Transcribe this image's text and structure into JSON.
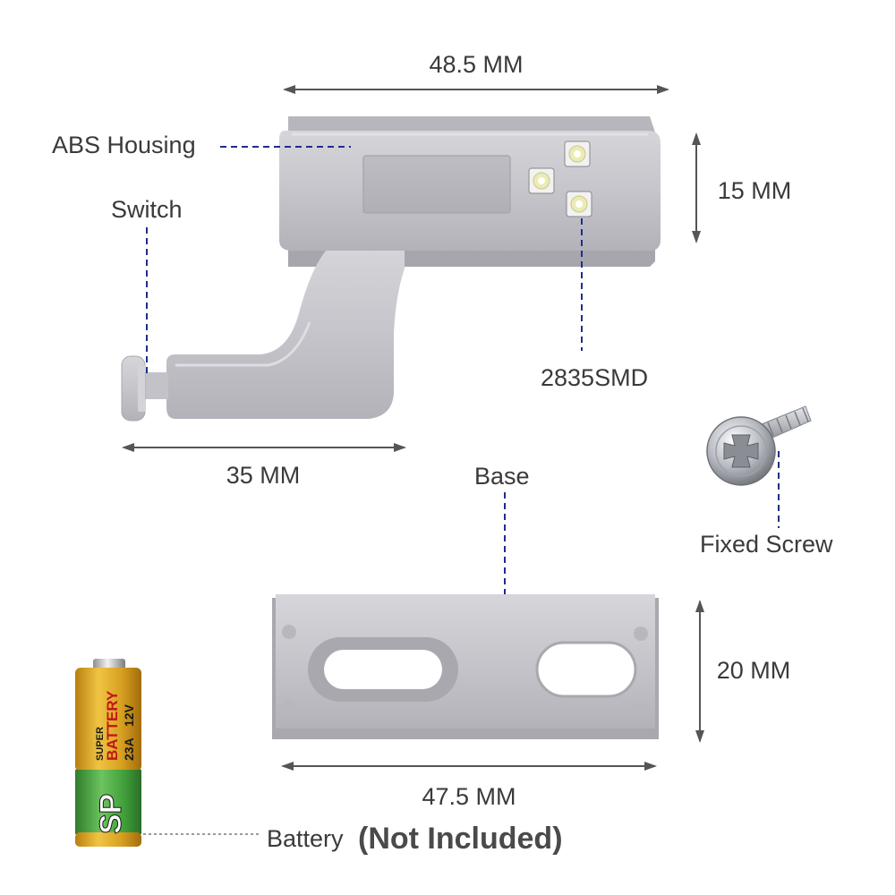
{
  "dimensions": {
    "housing_width": "48.5 MM",
    "housing_height": "15 MM",
    "arm_length": "35 MM",
    "base_height": "20 MM",
    "base_width": "47.5 MM"
  },
  "labels": {
    "housing": "ABS Housing",
    "switch": "Switch",
    "led": "2835SMD",
    "base": "Base",
    "screw": "Fixed Screw",
    "battery": "Battery",
    "battery_note": "(Not Included)"
  },
  "battery_print": {
    "brand": "SP",
    "super": "SUPER",
    "battery": "BATTERY",
    "model": "23A",
    "voltage": "12V"
  },
  "colors": {
    "plastic": "#c9c8ce",
    "leader": "#1f2e8a",
    "dimension": "#555555",
    "battery_gold": "#d9a21e",
    "battery_green": "#3f9e3a"
  }
}
